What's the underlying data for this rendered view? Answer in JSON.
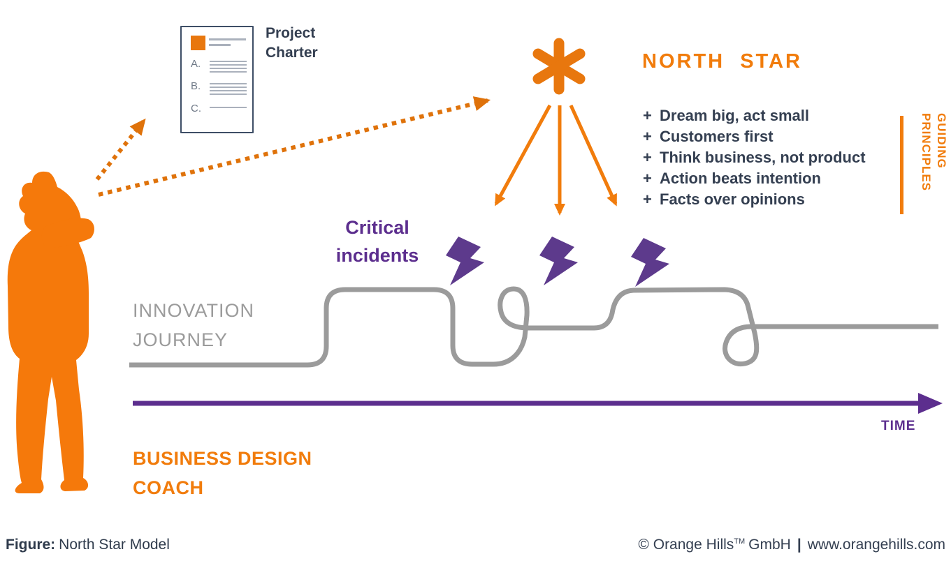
{
  "colors": {
    "orange": "#F17C0C",
    "orange_dark": "#DF720A",
    "purple": "#5C2E8E",
    "purple_bolt": "#5D3A8C",
    "gray_path": "#9B9B9B",
    "navy_text": "#343F51"
  },
  "charter": {
    "label": "Project\nCharter",
    "sections": [
      "A.",
      "B.",
      "C."
    ]
  },
  "north_star": {
    "title": "NORTH  STAR"
  },
  "principles": {
    "bullet": "+",
    "items": [
      "Dream big, act small",
      "Customers first",
      "Think business, not product",
      "Action beats intention",
      "Facts over opinions"
    ],
    "side_label": "GUIDING\nPRINCIPLES"
  },
  "journey": {
    "label": "INNOVATION\nJOURNEY",
    "critical_label": "Critical\nincidents"
  },
  "timeline": {
    "label": "TIME"
  },
  "coach": {
    "label": "BUSINESS DESIGN\nCOACH"
  },
  "footer": {
    "figure_label": "Figure:",
    "figure_title": "North Star Model",
    "copyright_pre": "© Orange Hills",
    "trademark": "TM",
    "copyright_mid": "GmbH",
    "separator": "|",
    "website": "www.orangehills.com"
  }
}
